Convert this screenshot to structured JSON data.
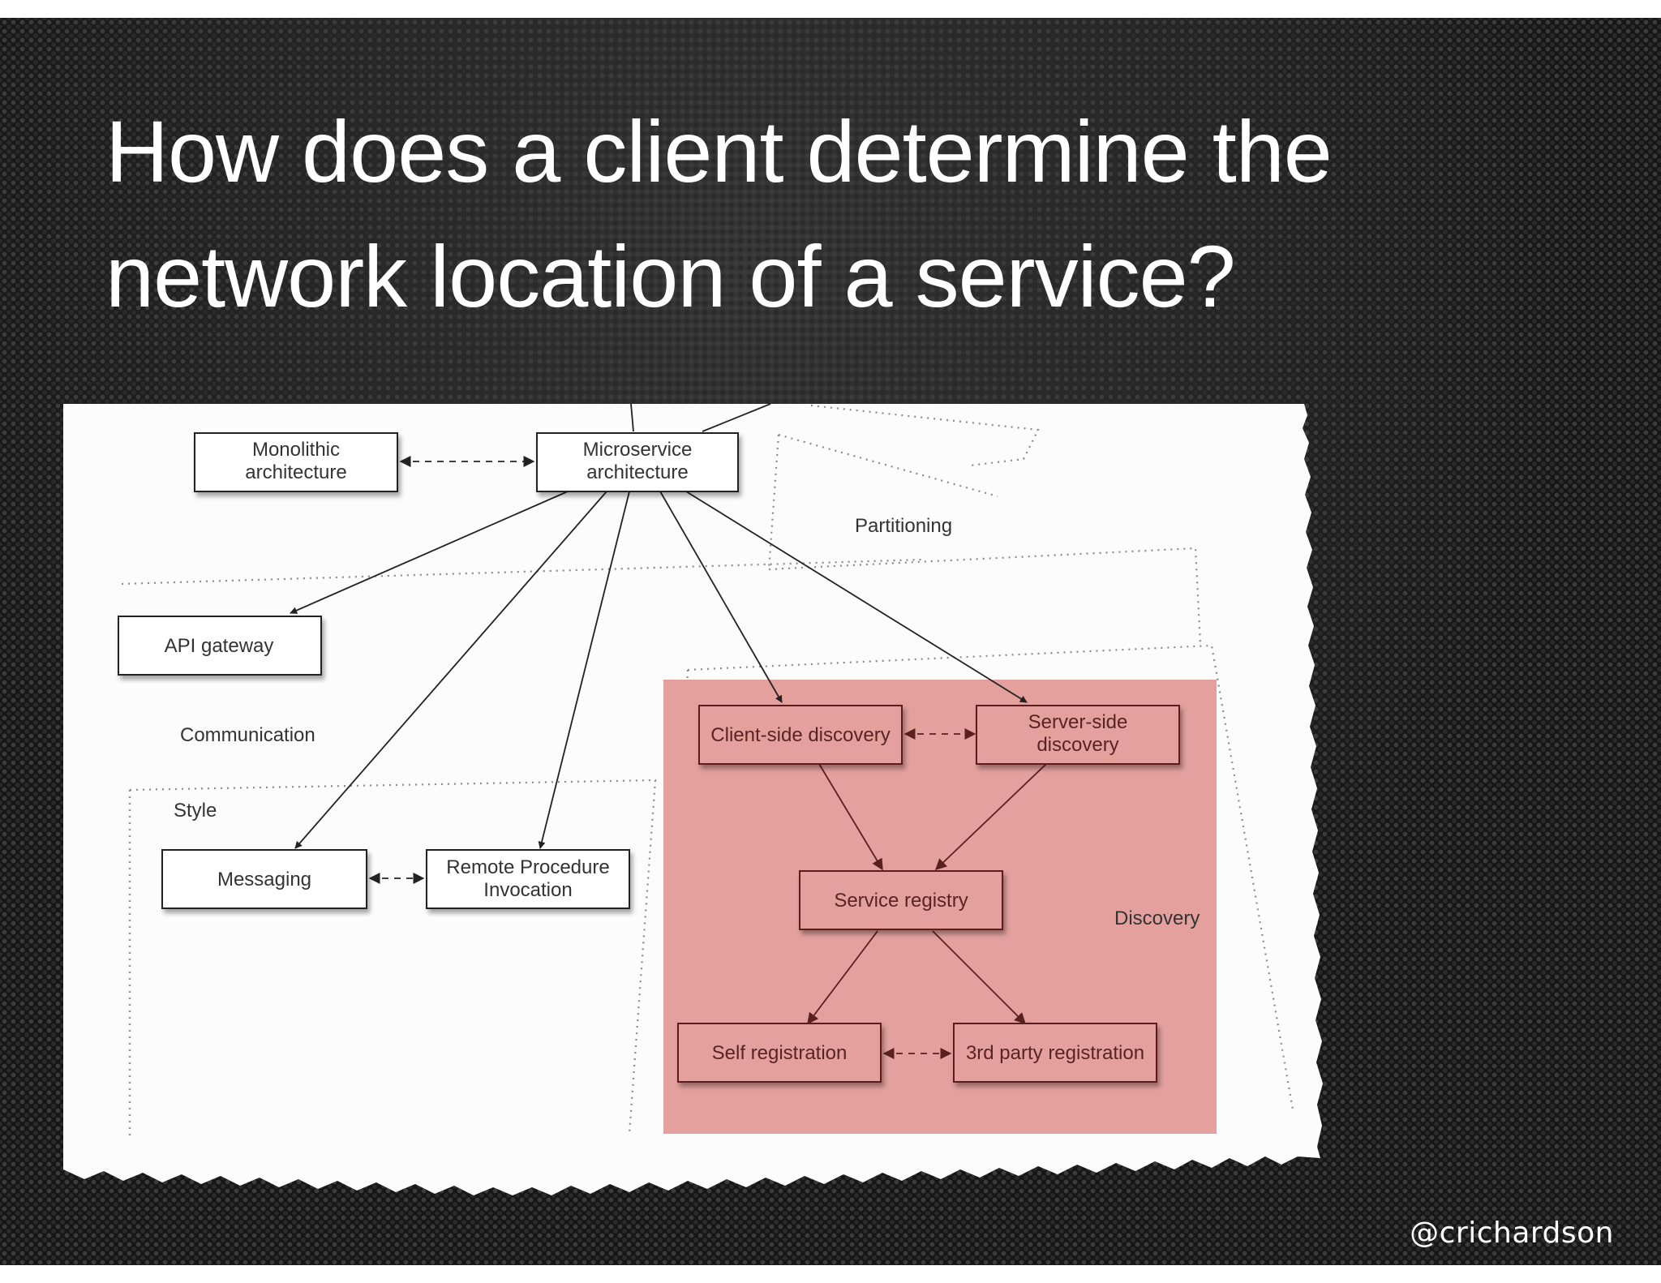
{
  "slide": {
    "title_lines": [
      "How does a client determine the",
      "network location of a service?"
    ],
    "credit": "@crichardson"
  },
  "diagram": {
    "nodes": {
      "monolithic": [
        "Monolithic",
        "architecture"
      ],
      "microservice": [
        "Microservice",
        "architecture"
      ],
      "api_gateway": [
        "API gateway"
      ],
      "messaging": [
        "Messaging"
      ],
      "rpi": [
        "Remote Procedure",
        "Invocation"
      ],
      "client_side": [
        "Client-side discovery"
      ],
      "server_side": [
        "Server-side",
        "discovery"
      ],
      "registry": [
        "Service registry"
      ],
      "self_reg": [
        "Self registration"
      ],
      "third_party": [
        "3rd party registration"
      ]
    },
    "regions": {
      "partitioning": "Partitioning",
      "communication": "Communication",
      "style": "Style",
      "discovery": "Discovery"
    },
    "highlight_color": "#e3a09d"
  }
}
